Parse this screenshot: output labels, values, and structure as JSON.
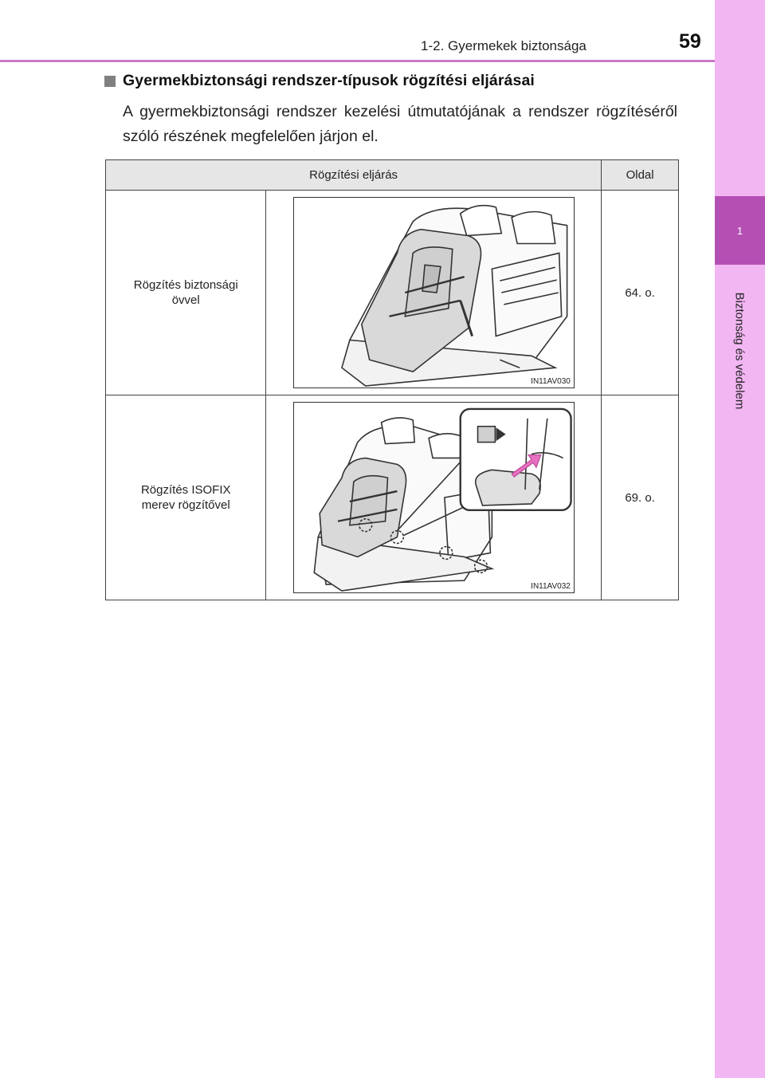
{
  "header": {
    "running_title": "1-2. Gyermekek biztonsága",
    "page_number": "59"
  },
  "side_tab": {
    "chapter_number": "1",
    "chapter_title": "Biztonság és védelem"
  },
  "section": {
    "heading": "Gyermekbiztonsági rendszer-típusok rögzítési eljárásai",
    "body": "A gyermekbiztonsági rendszer kezelési útmutatójának a rendszer rögzítéséről szóló részének megfelelően járjon el."
  },
  "table": {
    "headers": [
      "Rögzítési eljárás",
      "Oldal"
    ],
    "rows": [
      {
        "method_line1": "Rögzítés biztonsági",
        "method_line2": "övvel",
        "page": "64. o.",
        "figure_code": "IN11AV030"
      },
      {
        "method_line1": "Rögzítés ISOFIX",
        "method_line2": "merev rögzítővel",
        "page": "69. o.",
        "figure_code": "IN11AV032"
      }
    ]
  },
  "colors": {
    "side_strip": "#f2b6f2",
    "side_chapter": "#b44fb4",
    "header_rule": "#c77ac7",
    "arrow_pink": "#e870c0"
  }
}
